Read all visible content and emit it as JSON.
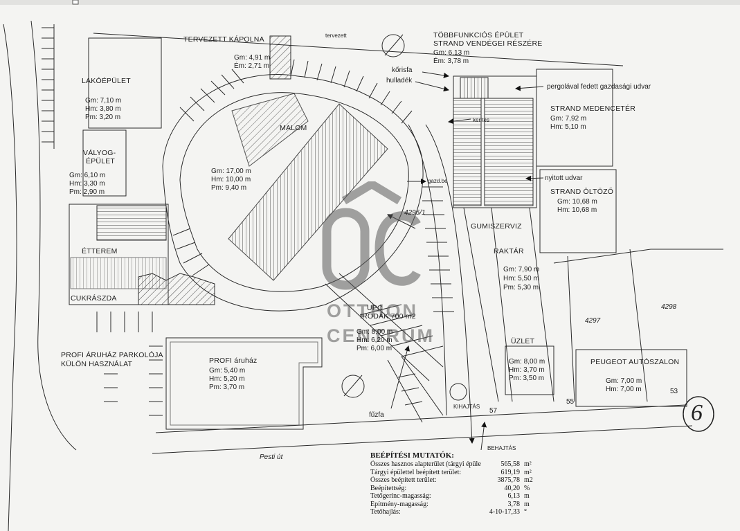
{
  "plan_labels": {
    "north_note": "tervezett",
    "kapolna": {
      "name": "TERVEZETT KÁPOLNA",
      "gm": "Gm: 4,91 m",
      "em": "Ém: 2,71 m"
    },
    "tobbfunkcios": {
      "name1": "TÖBBFUNKCIÓS ÉPÜLET",
      "name2": "STRAND VENDÉGEI RÉSZÉRE",
      "gm": "Gm: 6,13 m",
      "em": "Ém: 3,78 m"
    },
    "korisfa": "kőrisfa",
    "hulladek": "hulladék",
    "keritas": "kerítés",
    "pergola": "pergolával fedett gazdasági udvar",
    "lakoepulet": {
      "name": "LAKÓÉPÜLET",
      "gm": "Gm: 7,10 m",
      "hm": "Hm: 3,80 m",
      "pm": "Pm: 3,20 m"
    },
    "malom": {
      "name": "MALOM",
      "gm": "Gm: 17,00 m",
      "hm": "Hm: 10,00 m",
      "pm": "Pm:  9,40 m"
    },
    "medence": {
      "name": "STRAND MEDENCETÉR",
      "gm": "Gm: 7,92 m",
      "hm": "Hm: 5,10 m"
    },
    "valyog": {
      "name1": "VÁLYOG-",
      "name2": "ÉPÜLET",
      "gm": "Gm: 6,10 m",
      "hm": "Hm: 3,30 m",
      "pm": "Pm: 2,90 m"
    },
    "gazd_be": "gazd.be",
    "nyitott": "nyitott udvar",
    "oltozo": {
      "name": "STRAND ÖLTÖZŐ",
      "gm": "Gm: 10,68 m",
      "hm": "Hm: 10,68 m"
    },
    "parcel_4295": "4295/1",
    "gumiszerviz": "GUMISZERVIZ",
    "etterem": "ÉTTEREM",
    "raktar": {
      "name": "RAKTÁR",
      "gm": "Gm: 7,90 m",
      "hm": "Hm: 5,50 m",
      "pm": "Pm: 5,30 m"
    },
    "cukraszda": "CUKRÁSZDA",
    "irodak": {
      "name1": "UPC",
      "name2": "IRODÁK 700 m2",
      "gm": "Gm: 8,00 m",
      "hm": "Hm: 6,20 m",
      "pm": "Pm: 6,00 m"
    },
    "parcel_4297": "4297",
    "parcel_4298": "4298",
    "parkolo": {
      "name1": "PROFI ÁRUHÁZ PARKOLÓJA",
      "name2": "KÜLÖN HASZNÁLAT"
    },
    "profi": {
      "name": "PROFI áruház",
      "gm": "Gm: 5,40 m",
      "hm": "Hm: 5,20 m",
      "pm": "Pm: 3,70 m"
    },
    "uzlet": {
      "name": "ÜZLET",
      "gm": "Gm: 8,00 m",
      "hm": "Hm: 3,70 m",
      "pm": "Pm: 3,50 m"
    },
    "peugeot": {
      "name": "PEUGEOT AUTÓSZALON",
      "gm": "Gm: 7,00 m",
      "hm": "Hm: 7,00 m"
    },
    "fuzfa": "fűzfa",
    "kihajtas": "KIHAJTÁS",
    "behajtas": "BEHAJTÁS",
    "num55": "55",
    "num57": "57",
    "num53": "53",
    "pesti_ut": "Pesti út",
    "sheet_no": "6"
  },
  "watermark": {
    "letters": "ÔC",
    "line1": "OTTHON",
    "line2": "CENTRUM"
  },
  "stats": {
    "title": "BEÉPÍTÉSI MUTATÓK:",
    "rows": [
      {
        "k": "Összes hasznos alapterület (tárgyi épület):",
        "v": "565,58",
        "u": "m²"
      },
      {
        "k": "Tárgyi épülettel beépített terület:",
        "v": "619,19",
        "u": "m²"
      },
      {
        "k": "Összes beépített terület:",
        "v": "3875,78",
        "u": "m2"
      },
      {
        "k": "Beépítettség:",
        "v": "40,20",
        "u": "%"
      },
      {
        "k": "Tetőgerinc-magasság:",
        "v": "6,13",
        "u": "m"
      },
      {
        "k": "Építmény-magasság:",
        "v": "3,78",
        "u": "m"
      },
      {
        "k": "Tetőhajlás:",
        "v": "4-10-17,33",
        "u": "°"
      }
    ]
  }
}
